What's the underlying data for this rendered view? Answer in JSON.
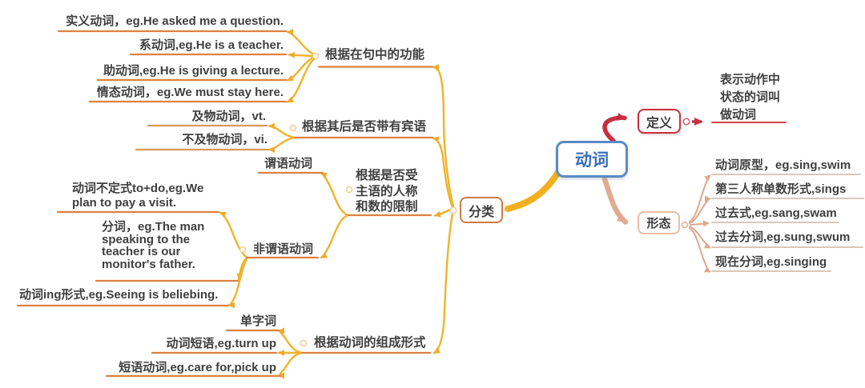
{
  "colors": {
    "root_blue": "#3a6db8",
    "branch_yellow": "#f0b32a",
    "underline_orange": "#dd8140",
    "underline_amber": "#d69b52",
    "definition_red": "#c92f3d",
    "form_salmon": "#e2ab8f",
    "form_underline": "#dcc6b8",
    "text_dark": "#3f3f3f"
  },
  "root": {
    "label": "动词"
  },
  "definition": {
    "label": "定义",
    "desc": "表示动作中\n状态的词叫\n做动词"
  },
  "form": {
    "label": "形态",
    "items": [
      "动词原型，eg.sing,swim",
      "第三人称单数形式,sings",
      "过去式,eg.sang,swam",
      "过去分词,eg.sung,swum",
      "现在分词,eg.singing"
    ]
  },
  "classification": {
    "label": "分类",
    "by_function": {
      "label": "根据在句中的功能",
      "items": [
        "实义动词，eg.He asked me a question.",
        "系动词,eg.He is a teacher.",
        "助动词,eg.He is giving a lecture.",
        "情态动词，eg.We must stay here."
      ]
    },
    "by_object": {
      "label": "根据其后是否带有宾语",
      "items": [
        "及物动词，vt.",
        "不及物动词，vi."
      ]
    },
    "by_subject": {
      "label": "根据是否受\n主语的人称\n和数的限制",
      "predicate": "谓语动词",
      "non_predicate": "非谓语动词",
      "non_predicate_items": [
        "动词不定式to+do,eg.We\nplan to pay a visit.",
        "分词，eg.The man\nspeaking to the\nteacher is our\nmonitor's father.",
        "动词ing形式,eg.Seeing is beliebing."
      ]
    },
    "by_composition": {
      "label": "根据动词的组成形式",
      "items": [
        "单字词",
        "动词短语,eg.turn up",
        "短语动词,eg.care for,pick up"
      ]
    }
  }
}
